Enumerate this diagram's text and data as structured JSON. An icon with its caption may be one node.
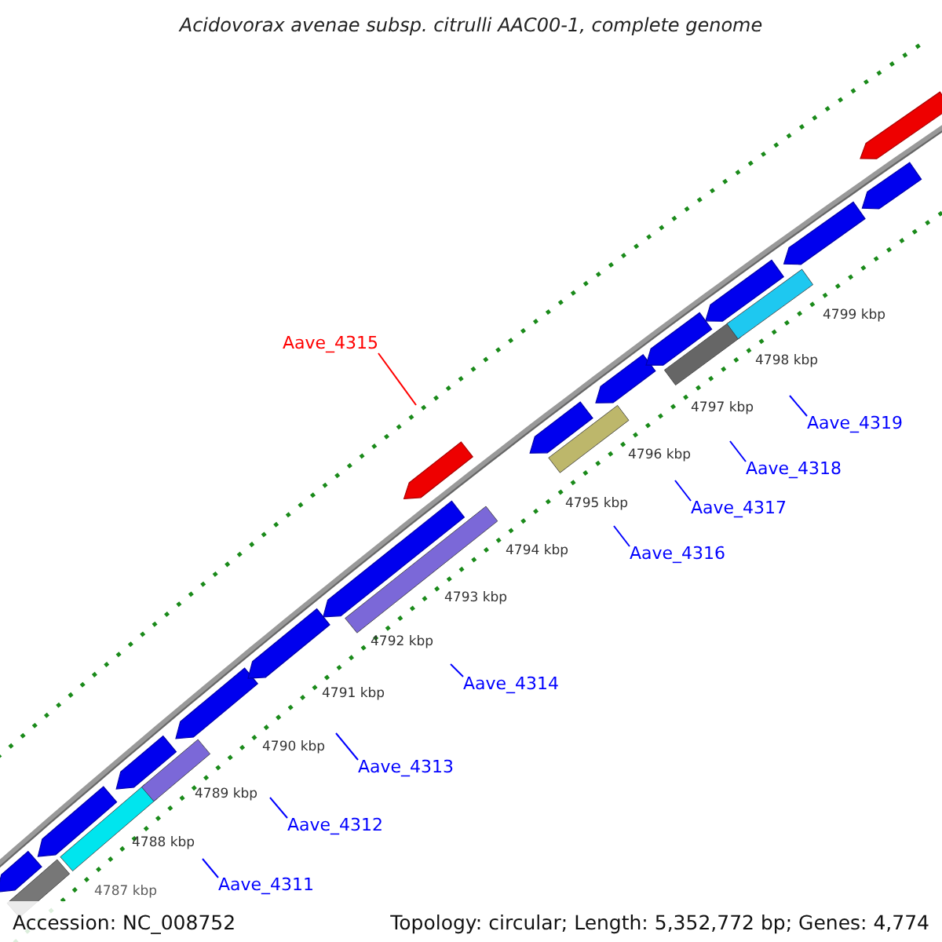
{
  "diagram": {
    "title": "Acidovorax avenae subsp. citrulli AAC00-1, complete genome",
    "nodes": [
      {
        "text": [
          "Aave_4315"
        ]
      },
      {
        "text": [
          "Aave_4319"
        ]
      },
      {
        "text": [
          "Aave_4318"
        ]
      },
      {
        "text": [
          "Aave_4317"
        ]
      },
      {
        "text": [
          "Aave_4316"
        ]
      },
      {
        "text": [
          "Aave_4314"
        ]
      },
      {
        "text": [
          "Aave_4313"
        ]
      },
      {
        "text": [
          "Aave_4312"
        ]
      },
      {
        "text": [
          "Aave_4311"
        ]
      }
    ],
    "edges": [
      {
        "from": 0,
        "to": null,
        "arrow": "none",
        "color": "#ff0000"
      },
      {
        "from": 1,
        "to": null,
        "arrow": "none"
      },
      {
        "from": 2,
        "to": null,
        "arrow": "none"
      },
      {
        "from": 3,
        "to": null,
        "arrow": "none"
      },
      {
        "from": 4,
        "to": null,
        "arrow": "none"
      },
      {
        "from": 5,
        "to": null,
        "arrow": "none"
      },
      {
        "from": 6,
        "to": null,
        "arrow": "none"
      },
      {
        "from": 7,
        "to": null,
        "arrow": "none"
      },
      {
        "from": 8,
        "to": null,
        "arrow": "none"
      }
    ],
    "labels": [
      "4799 kbp",
      "4798 kbp",
      "4797 kbp",
      "4796 kbp",
      "4795 kbp",
      "4794 kbp",
      "4793 kbp",
      "4792 kbp",
      "4791 kbp",
      "4790 kbp",
      "4789 kbp",
      "4788 kbp",
      "4787 kbp",
      "Accession: NC_008752",
      "Topology: circular; Length: 5,352,772 bp; Genes: 4,774"
    ]
  }
}
